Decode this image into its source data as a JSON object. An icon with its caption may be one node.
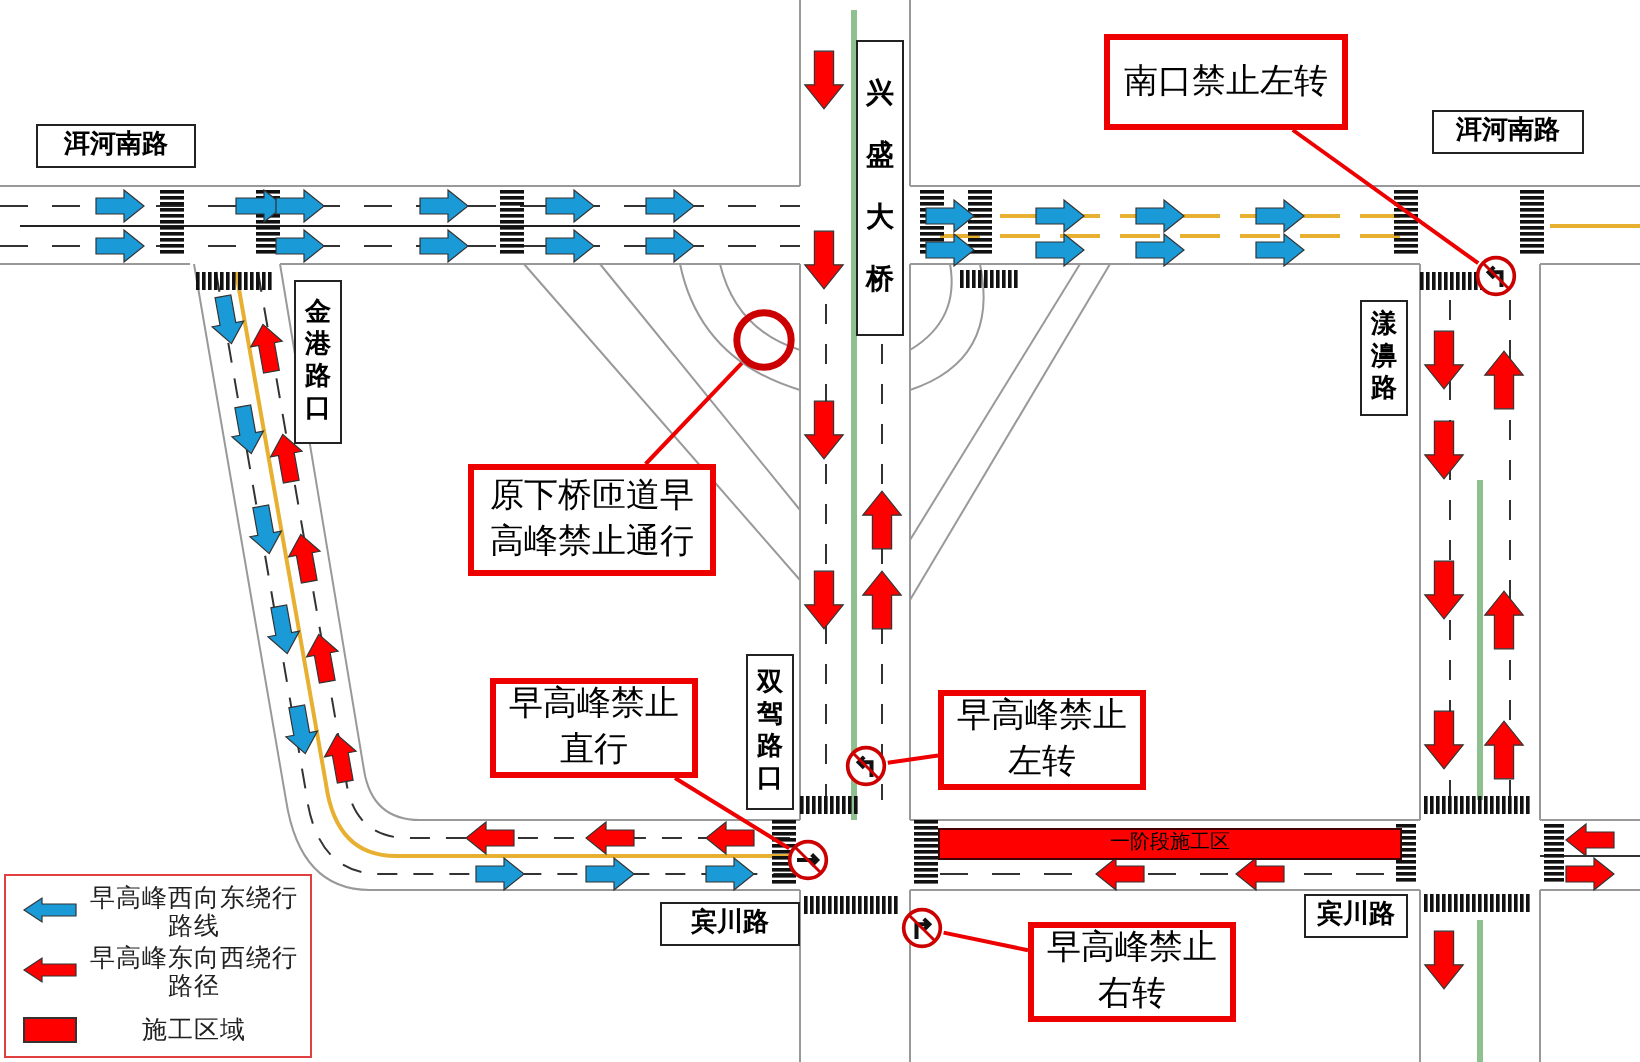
{
  "diagram": {
    "nodes": [
      {
        "text": [
          "洱河南路"
        ]
      },
      {
        "text": [
          "兴盛大桥"
        ]
      },
      {
        "text": [
          "洱河南路"
        ]
      },
      {
        "text": [
          "金港路口"
        ]
      },
      {
        "text": [
          "漾濞路"
        ]
      },
      {
        "text": [
          "双驾路口"
        ]
      },
      {
        "text": [
          "宾川路"
        ]
      },
      {
        "text": [
          "宾川路"
        ]
      },
      {
        "text": [
          "南口禁止左转"
        ]
      },
      {
        "text": [
          "原下桥匝道早高峰禁止通行"
        ]
      },
      {
        "text": [
          "早高峰禁止直行"
        ]
      },
      {
        "text": [
          "早高峰禁止左转"
        ]
      },
      {
        "text": [
          "早高峰禁止右转"
        ]
      },
      {
        "text": [
          "一阶段施工区"
        ]
      },
      {
        "text": [],
        "shape": "circle"
      },
      {
        "text": [],
        "shape": "circle"
      },
      {
        "text": [],
        "shape": "circle"
      },
      {
        "text": [],
        "shape": "circle"
      },
      {
        "text": [],
        "shape": "circle"
      }
    ],
    "edges": [
      {
        "from": 8,
        "to": 14,
        "arrow": "none"
      },
      {
        "from": 9,
        "to": 15,
        "arrow": "none"
      },
      {
        "from": 10,
        "to": 16,
        "arrow": "none"
      },
      {
        "from": 11,
        "to": 17,
        "arrow": "none"
      },
      {
        "from": 12,
        "to": 18,
        "arrow": "none"
      }
    ],
    "legend": [
      {
        "text": "早高峰西向东绕行路线"
      },
      {
        "text": "早高峰东向西绕行路径"
      },
      {
        "text": "施工区域",
        "color": "#ff0000"
      }
    ]
  }
}
